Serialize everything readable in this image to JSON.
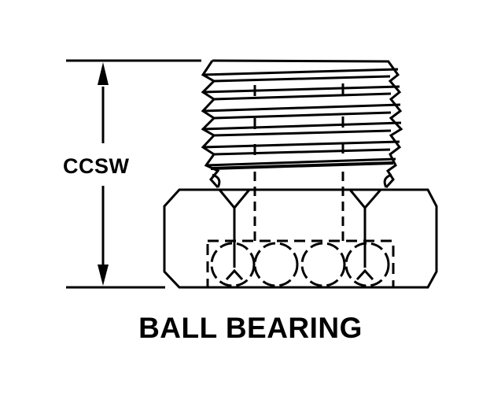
{
  "diagram": {
    "title": "BALL BEARING",
    "dimension_label": "CCSW",
    "parts": {
      "thread": "threaded-shank",
      "body": "hex-body",
      "bearing": "ball-bearing-race",
      "ball_count": 4
    },
    "colors": {
      "line": "#000000",
      "background": "#ffffff"
    }
  }
}
